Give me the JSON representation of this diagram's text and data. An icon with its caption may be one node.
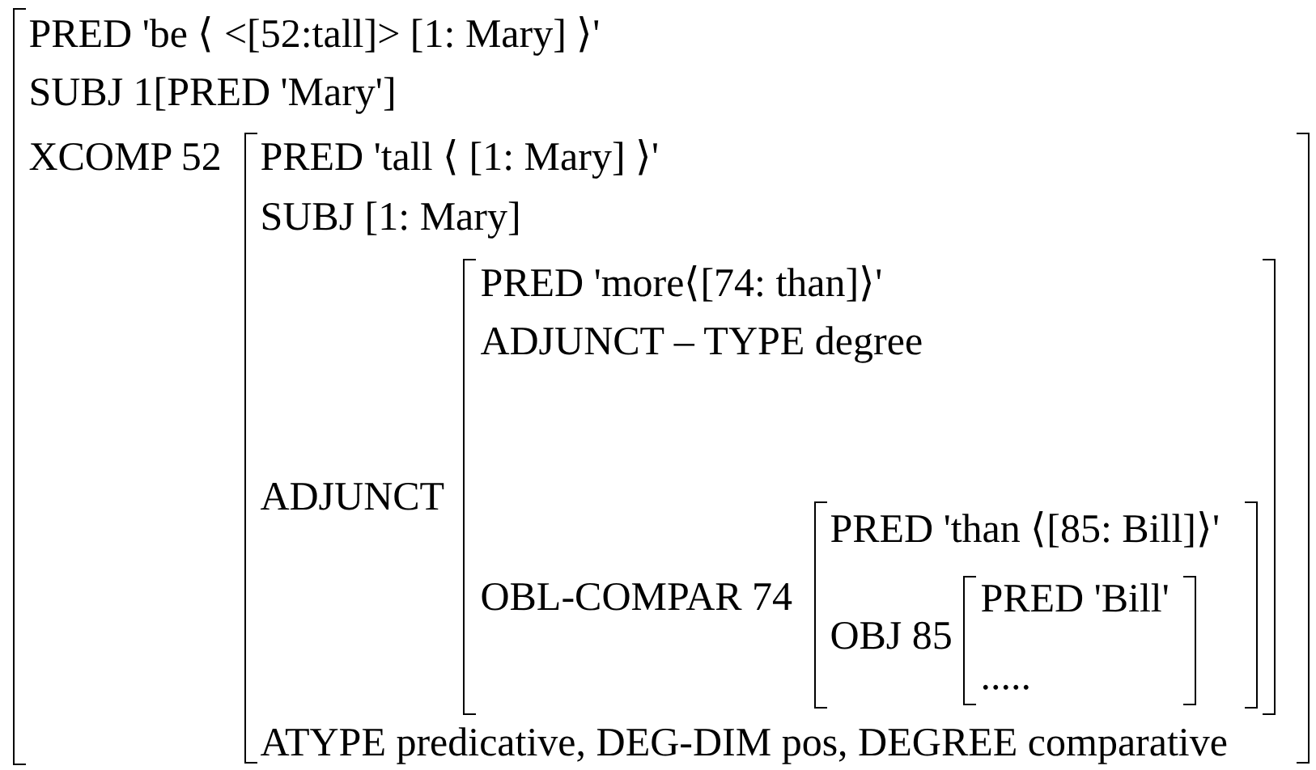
{
  "diagram": {
    "nodes": [
      {
        "text": [
          "PRED 'be ⟨ <[52:tall]> [1: Mary] ⟩'",
          "SUBJ 1[PRED 'Mary']",
          "XCOMP 52"
        ]
      },
      {
        "text": [
          "PRED 'tall ⟨ [1: Mary] ⟩'",
          "SUBJ [1: Mary]",
          "ADJUNCT",
          "ATYPE predicative, DEG-DIM pos, DEGREE comparative"
        ],
        "in": 0
      },
      {
        "text": [
          "PRED 'more⟨[74: than]⟩'",
          "ADJUNCT – TYPE degree",
          "OBL-COMPAR 74"
        ],
        "in": 1
      },
      {
        "text": [
          "PRED 'than ⟨[85: Bill]⟩'",
          "OBJ 85"
        ],
        "in": 2
      },
      {
        "text": [
          "PRED 'Bill'",
          "....."
        ],
        "in": 3
      }
    ]
  }
}
